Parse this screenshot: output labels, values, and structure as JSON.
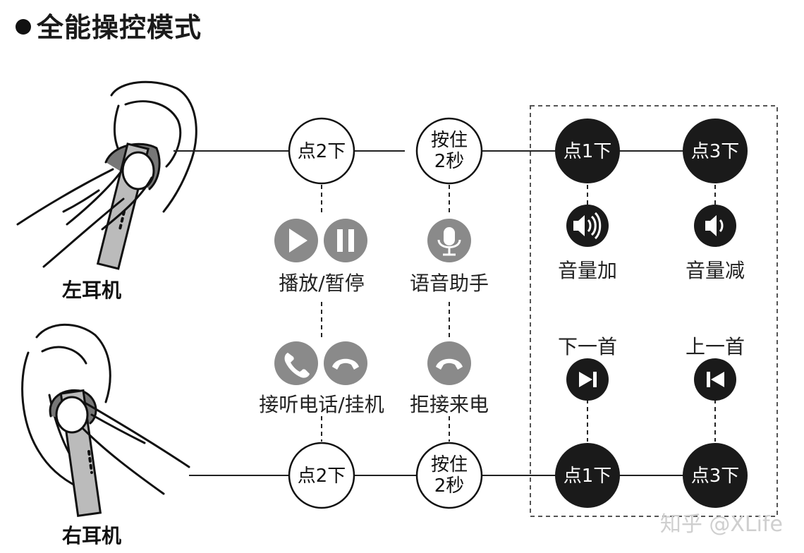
{
  "title": "全能操控模式",
  "left_earphone": "左耳机",
  "right_earphone": "右耳机",
  "nodes": {
    "left_tap2": "点2下",
    "left_hold_line1": "按住",
    "left_hold_line2": "2秒",
    "left_tap1": "点1下",
    "left_tap3": "点3下",
    "right_tap2": "点2下",
    "right_hold_line1": "按住",
    "right_hold_line2": "2秒",
    "right_tap1": "点1下",
    "right_tap3": "点3下"
  },
  "functions": {
    "play_pause": "播放/暂停",
    "voice_assistant": "语音助手",
    "volume_up": "音量加",
    "volume_down": "音量减",
    "answer_hangup": "接听电话/挂机",
    "reject_call": "拒接来电",
    "next_track": "下一首",
    "prev_track": "上一首"
  },
  "icons": {
    "play": "play-icon",
    "pause": "pause-icon",
    "mic": "microphone-icon",
    "vol_up": "volume-up-icon",
    "vol_down": "volume-down-icon",
    "phone": "phone-icon",
    "hangup": "hangup-icon",
    "reject": "reject-call-icon",
    "next": "next-track-icon",
    "prev": "prev-track-icon"
  },
  "colors": {
    "gray_icon": "#8a8a8a",
    "black_node": "#1a1a1a",
    "line": "#222222"
  },
  "watermark": "知乎 @XLife"
}
